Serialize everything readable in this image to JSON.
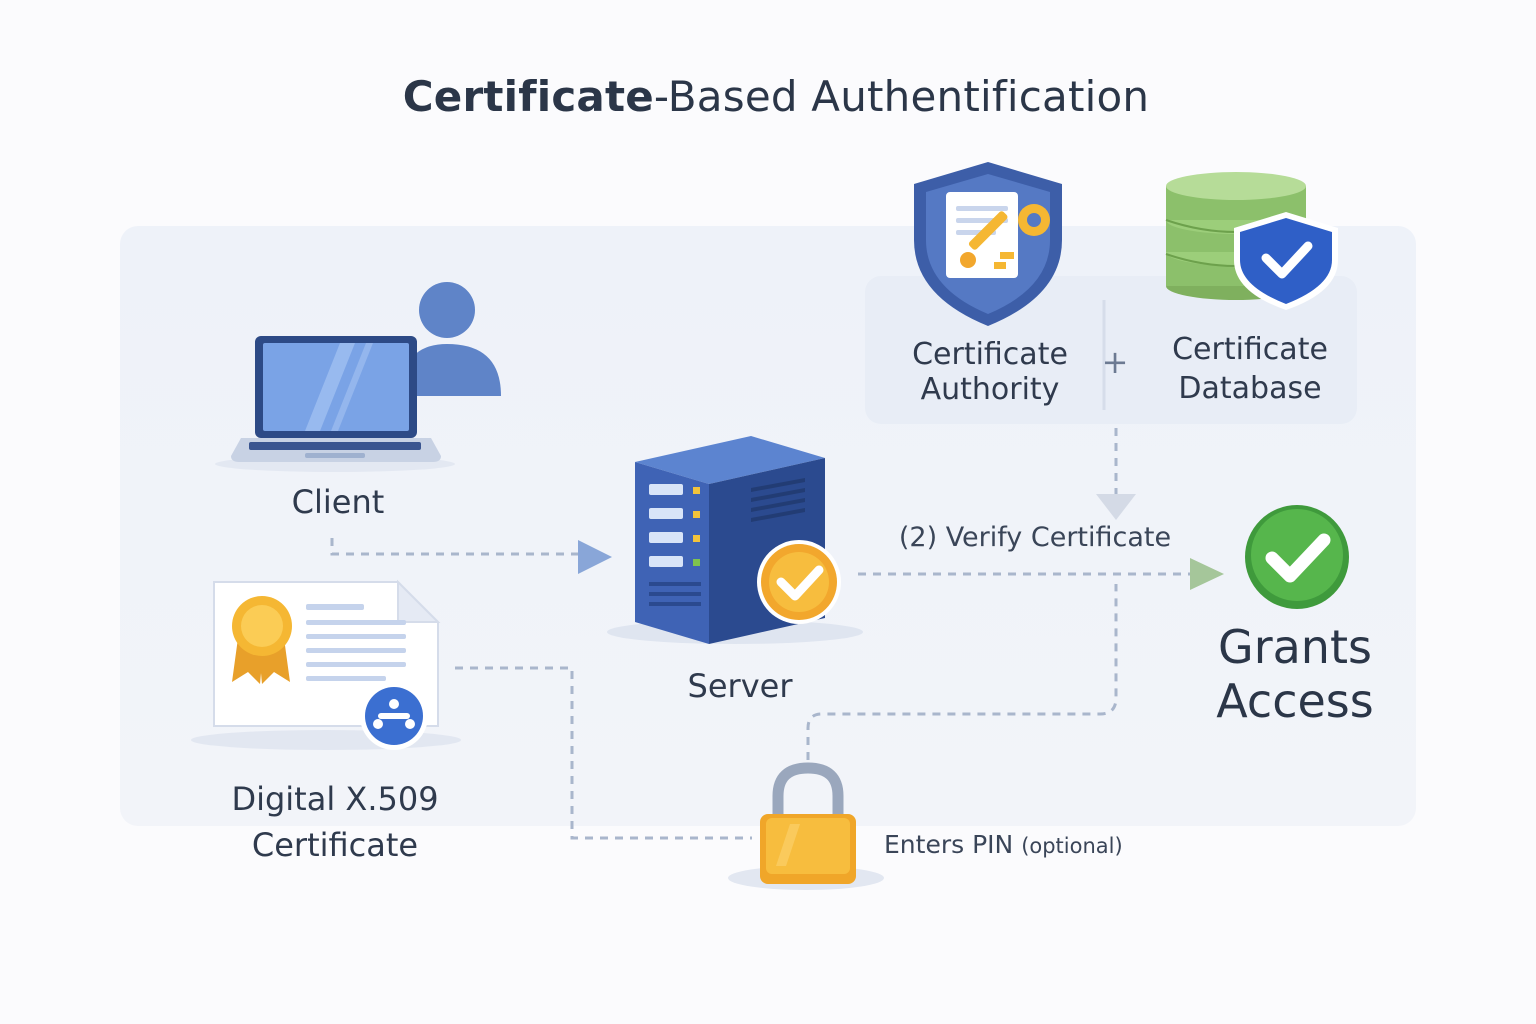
{
  "diagram": {
    "title_bold": "Certificate",
    "title_rest": "-Based Authentification",
    "nodes": {
      "client": {
        "label": "Client",
        "icon": "laptop-user-icon"
      },
      "certificate": {
        "label_line1": "Digital X.509",
        "label_line2": "Certificate",
        "icon": "certificate-document-icon"
      },
      "server": {
        "label": "Server",
        "icon": "server-tower-icon"
      },
      "ca": {
        "label_line1": "Certificate",
        "label_line2": "Authority",
        "icon": "shield-certificate-key-icon"
      },
      "db": {
        "label_line1": "Certificate",
        "label_line2": "Database",
        "icon": "database-shield-icon"
      },
      "access": {
        "label_line1": "Grants",
        "label_line2": "Access",
        "icon": "green-check-icon"
      },
      "pin": {
        "label_main": "Enters PIN",
        "label_sub": "(optional)",
        "icon": "padlock-icon"
      }
    },
    "plus": "+",
    "edges": {
      "verify": "(2) Verify Certificate"
    },
    "colors": {
      "brand_blue": "#3f63b5",
      "accent_gold": "#f2b233",
      "success_green": "#46a845",
      "db_green": "#8cc06b",
      "dash": "#a9b6cc",
      "text": "#2f3a4d"
    }
  }
}
